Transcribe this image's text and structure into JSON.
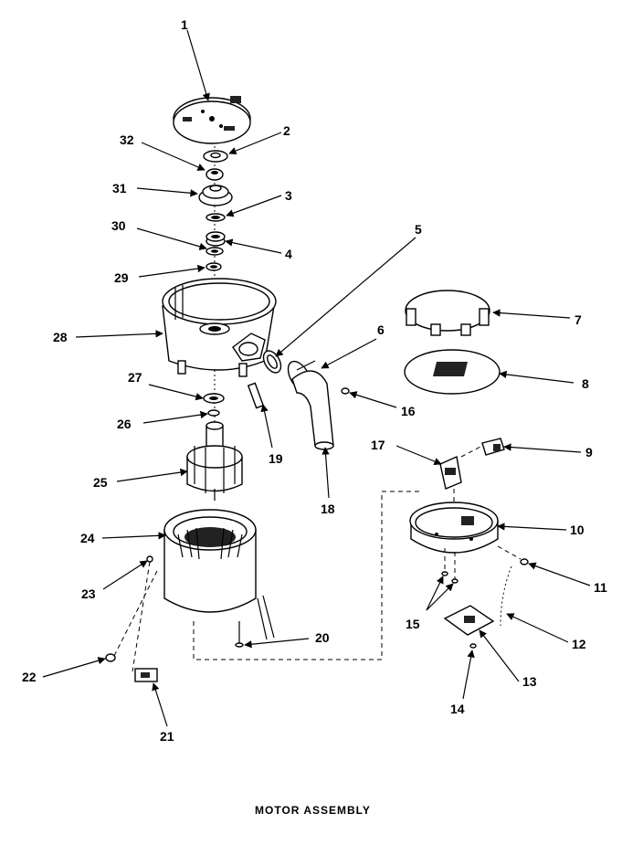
{
  "title": "MOTOR ASSEMBLY",
  "callouts": [
    "1",
    "2",
    "3",
    "4",
    "5",
    "6",
    "7",
    "8",
    "9",
    "10",
    "11",
    "12",
    "13",
    "14",
    "15",
    "16",
    "17",
    "18",
    "19",
    "20",
    "21",
    "22",
    "23",
    "24",
    "25",
    "26",
    "27",
    "28",
    "29",
    "30",
    "31",
    "32"
  ]
}
